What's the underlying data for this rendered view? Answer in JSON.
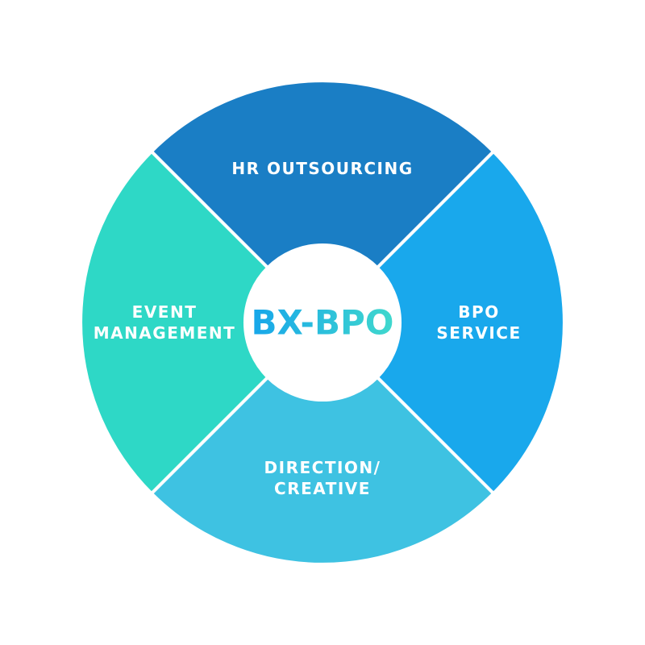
{
  "center": {
    "label": "BX-BPO"
  },
  "segments": [
    {
      "id": "top",
      "label": "HR OUTSOURCING",
      "color": "#1a7ec5"
    },
    {
      "id": "right",
      "line1": "BPO",
      "line2": "SERVICE",
      "color": "#19a8ec"
    },
    {
      "id": "bottom",
      "line1": "DIRECTION/",
      "line2": "CREATIVE",
      "color": "#3ec2e2"
    },
    {
      "id": "left",
      "line1": "EVENT",
      "line2": "MANAGEMENT",
      "color": "#2ed8c6"
    }
  ]
}
